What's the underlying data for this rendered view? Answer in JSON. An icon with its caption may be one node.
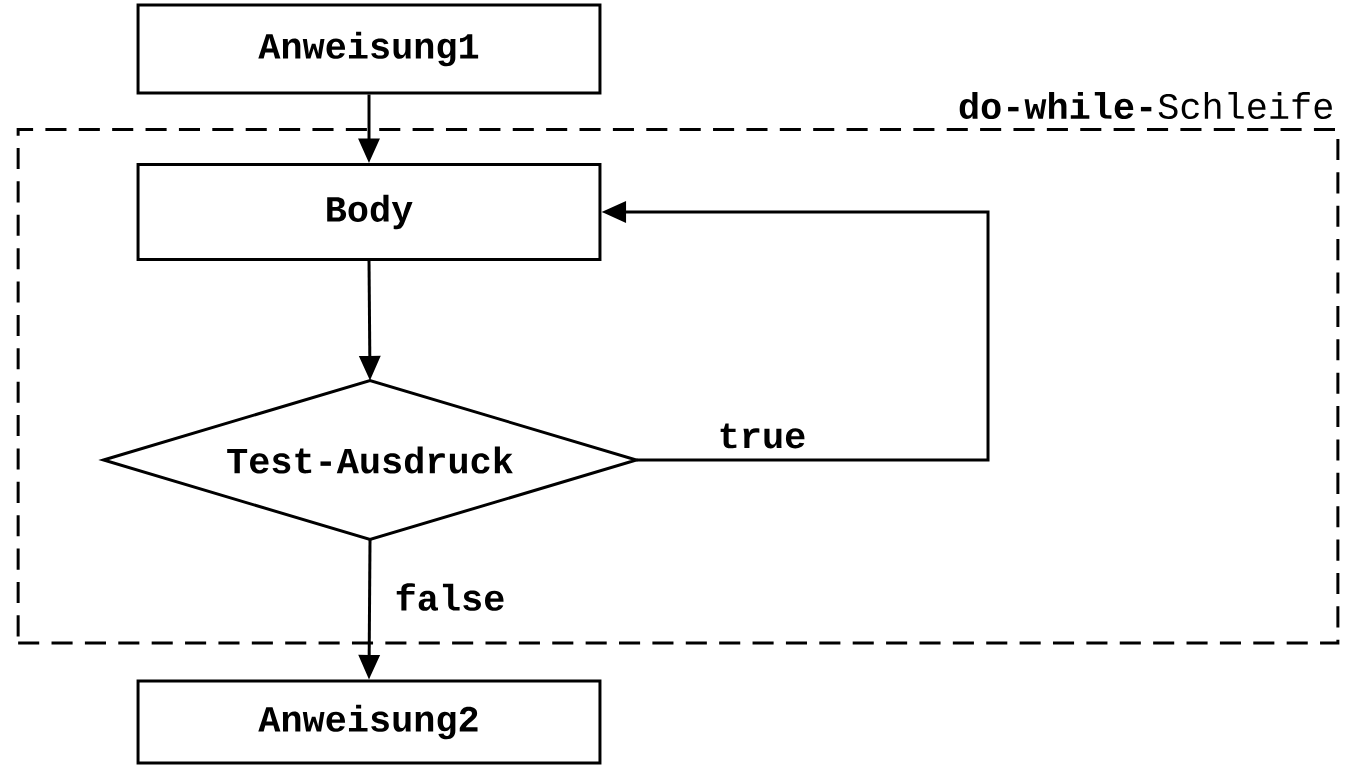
{
  "diagram": {
    "nodes": [
      {
        "text": [
          "Anweisung1"
        ]
      },
      {
        "text": [
          "**do-while-**Schleife"
        ]
      },
      {
        "text": [
          "Body"
        ],
        "in": 1
      },
      {
        "text": [
          "Test-Ausdruck"
        ],
        "in": 1
      },
      {
        "text": [
          "Anweisung2"
        ]
      }
    ],
    "edges": [
      {
        "from": 0,
        "to": 2,
        "arrow": "to"
      },
      {
        "from": 2,
        "to": 3,
        "arrow": "to"
      },
      {
        "from": 3,
        "to": 2,
        "arrow": "to",
        "label": "true"
      },
      {
        "from": 3,
        "to": 4,
        "arrow": "to",
        "label": "false"
      }
    ]
  }
}
